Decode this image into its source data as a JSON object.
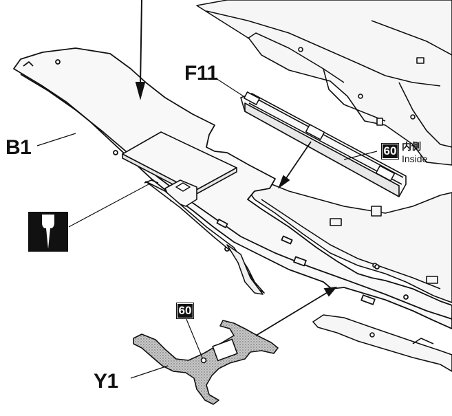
{
  "labels": {
    "b1": "B1",
    "f11": "F11",
    "y1": "Y1"
  },
  "callouts": {
    "inside_number": "60",
    "inside_jp": "内側",
    "inside_en": "Inside",
    "cement_number": "60"
  },
  "icons": {
    "tool": "hobby-knife-icon"
  },
  "colors": {
    "line": "#111111",
    "part_fill": "#f4f4f4",
    "y1_fill": "#bdbdbd",
    "box_fill": "#111111"
  }
}
